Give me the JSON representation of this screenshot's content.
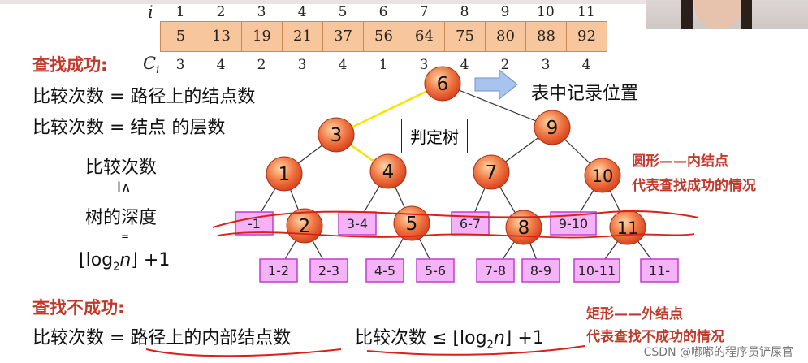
{
  "header": {
    "i_label": "i",
    "c_label": "C",
    "c_sub": "i",
    "indices": [
      "1",
      "2",
      "3",
      "4",
      "5",
      "6",
      "7",
      "8",
      "9",
      "10",
      "11"
    ],
    "keys": [
      "5",
      "13",
      "19",
      "21",
      "37",
      "56",
      "64",
      "75",
      "80",
      "88",
      "92"
    ],
    "compare_counts": [
      "3",
      "4",
      "2",
      "3",
      "4",
      "1",
      "3",
      "4",
      "2",
      "3",
      "4"
    ]
  },
  "left": {
    "success_title": "查找成功:",
    "line1": "比较次数 = 路径上的结点数",
    "line2": "比较次数 = 结点 的层数",
    "stack_top": "比较次数",
    "stack_rel": "I∧",
    "stack_mid": "树的深度",
    "stack_eq": "=",
    "formula_log": "⌊log",
    "formula_sub": "2",
    "formula_n": "n",
    "formula_end": "⌋ +1",
    "fail_title": "查找不成功:",
    "fail_line_a": "比较次数 = 路径上的内部结点数",
    "fail_line_b": "比较次数 ≤ ⌊log",
    "fail_sub": "2",
    "fail_n": "n",
    "fail_end": "⌋ +1"
  },
  "tree": {
    "record_position_label": "表中记录位置",
    "decision_tree_label": "判定树",
    "internal_nodes": [
      "6",
      "3",
      "9",
      "1",
      "4",
      "7",
      "10",
      "2",
      "5",
      "8",
      "11"
    ],
    "external_nodes": [
      "-1",
      "3-4",
      "6-7",
      "9-10",
      "1-2",
      "2-3",
      "4-5",
      "5-6",
      "7-8",
      "8-9",
      "10-11",
      "11-"
    ],
    "circle_note_1": "圆形——内结点",
    "circle_note_2": "代表查找成功的情况",
    "rect_note_1": "矩形——外结点",
    "rect_note_2": "代表查找不成功的情况"
  },
  "watermark": "CSDN @嘟嘟的程序员铲屎官",
  "colors": {
    "node_fill": "#e8552b",
    "node_highlight": "#ffd6a8",
    "external_fill": "#f3b3f6",
    "external_border": "#c23bcf",
    "title_red": "#c0392b",
    "array_fill": "#f8c69c",
    "path_yellow": "#f5e400",
    "arrow_blue": "#a8c4ee"
  }
}
